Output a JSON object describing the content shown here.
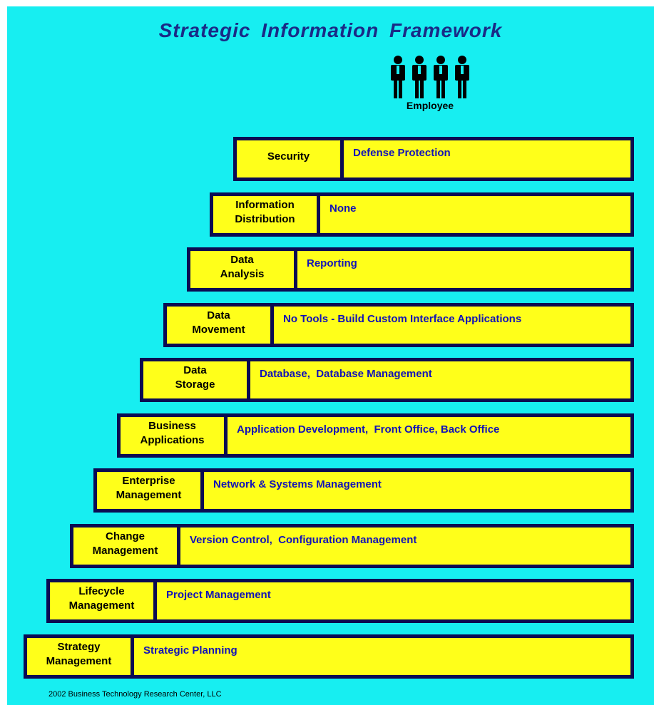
{
  "title": "Strategic Information Framework",
  "employee": {
    "label": "Employee",
    "icon": "people-icon",
    "count": 4
  },
  "colors": {
    "background": "#17eef1",
    "cell": "#ffff1a",
    "border": "#0b0b52",
    "title": "#1a2a86",
    "desc": "#1212b8"
  },
  "layers": [
    {
      "name": "Security",
      "description": "Defense Protection"
    },
    {
      "name": "Information\nDistribution",
      "description": "None"
    },
    {
      "name": "Data\nAnalysis",
      "description": "Reporting"
    },
    {
      "name": "Data\nMovement",
      "description": "No Tools - Build Custom Interface Applications"
    },
    {
      "name": "Data\nStorage",
      "description": "Database,  Database Management"
    },
    {
      "name": "Business\nApplications",
      "description": "Application Development,  Front Office, Back Office"
    },
    {
      "name": "Enterprise\nManagement",
      "description": "Network & Systems Management"
    },
    {
      "name": "Change\nManagement",
      "description": "Version Control,  Configuration Management"
    },
    {
      "name": "Lifecycle\nManagement",
      "description": "Project Management"
    },
    {
      "name": "Strategy\nManagement",
      "description": "Strategic Planning"
    }
  ],
  "footer": "2002 Business Technology Research Center, LLC"
}
